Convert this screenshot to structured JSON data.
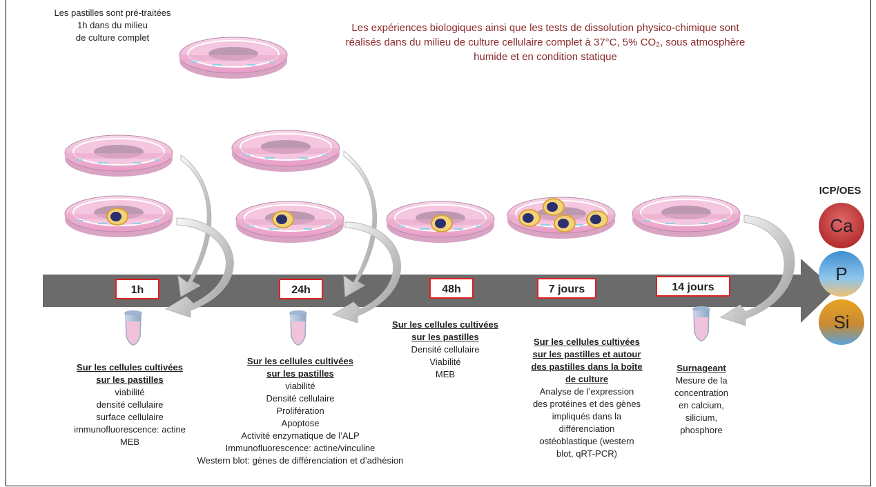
{
  "pretreat_note": [
    "Les pastilles sont pré-traitées",
    "1h dans du milieu",
    "de culture complet"
  ],
  "header": [
    "Les expériences biologiques ainsi que les tests de dissolution physico-chimique sont",
    "réalisés dans du milieu de culture cellulaire complet à  37°C, 5% CO₂, sous atmosphère",
    "humide et en condition statique"
  ],
  "timepoints": [
    "1h",
    "24h",
    "48h",
    "7 jours",
    "14 jours"
  ],
  "columns": [
    {
      "head": [
        "Sur les cellules cultivées",
        "sur les pastilles"
      ],
      "lines": [
        "viabilité",
        "densité cellulaire",
        "surface cellulaire",
        "immunofluorescence: actine",
        "MEB"
      ]
    },
    {
      "head": [
        "Sur les cellules cultivées",
        "sur les pastilles"
      ],
      "lines": [
        "viabilité",
        "Densité cellulaire",
        "Prolifération",
        "Apoptose",
        "Activité enzymatique de l’ALP",
        "Immunofluorescence: actine/vinculine",
        "Western blot: gènes de différenciation et d’adhésion"
      ]
    },
    {
      "head": [
        "Sur les cellules cultivées",
        "sur les pastilles"
      ],
      "lines": [
        "Densité cellulaire",
        "Viabilité",
        "MEB"
      ]
    },
    {
      "head": [
        "Sur les cellules cultivées",
        "sur les pastilles et autour",
        "des pastilles dans la boîte",
        "de culture"
      ],
      "lines": [
        "Analyse de l’expression",
        "des protéines et des gènes",
        "impliqués dans la",
        "différenciation",
        "ostéoblastique (western",
        "blot, qRT-PCR)"
      ]
    },
    {
      "head": [
        "Surnageant"
      ],
      "lines": [
        "Mesure de la",
        "concentration",
        "en calcium,",
        "silicium,",
        "phosphore"
      ]
    }
  ],
  "icp": {
    "title": "ICP/OES",
    "elements": [
      {
        "symbol": "Ca",
        "color": "#c62a2a"
      },
      {
        "symbol": "P",
        "color": "#3f8fd0"
      },
      {
        "symbol": "Si",
        "color": "#e6a323"
      }
    ]
  },
  "colors": {
    "header_text": "#8b2a2a",
    "arrow": "#6b6b6b",
    "label_border": "#dd2222",
    "dish": "#f2b8d6"
  }
}
